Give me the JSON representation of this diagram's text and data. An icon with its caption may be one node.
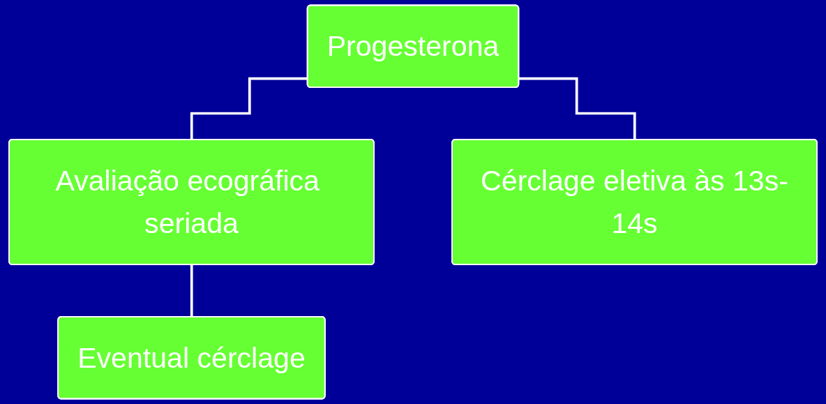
{
  "diagram": {
    "nodes": [
      {
        "text": [
          "Progesterona"
        ]
      },
      {
        "text": [
          "Avaliação ecográfica seriada"
        ]
      },
      {
        "text": [
          "Cérclage eletiva às 13s-14s"
        ]
      },
      {
        "text": [
          "Eventual cérclage"
        ]
      }
    ],
    "edges": [
      {
        "from": 0,
        "to": 1,
        "arrow": "none"
      },
      {
        "from": 0,
        "to": 2,
        "arrow": "none"
      },
      {
        "from": 1,
        "to": 3,
        "arrow": "none"
      }
    ]
  }
}
